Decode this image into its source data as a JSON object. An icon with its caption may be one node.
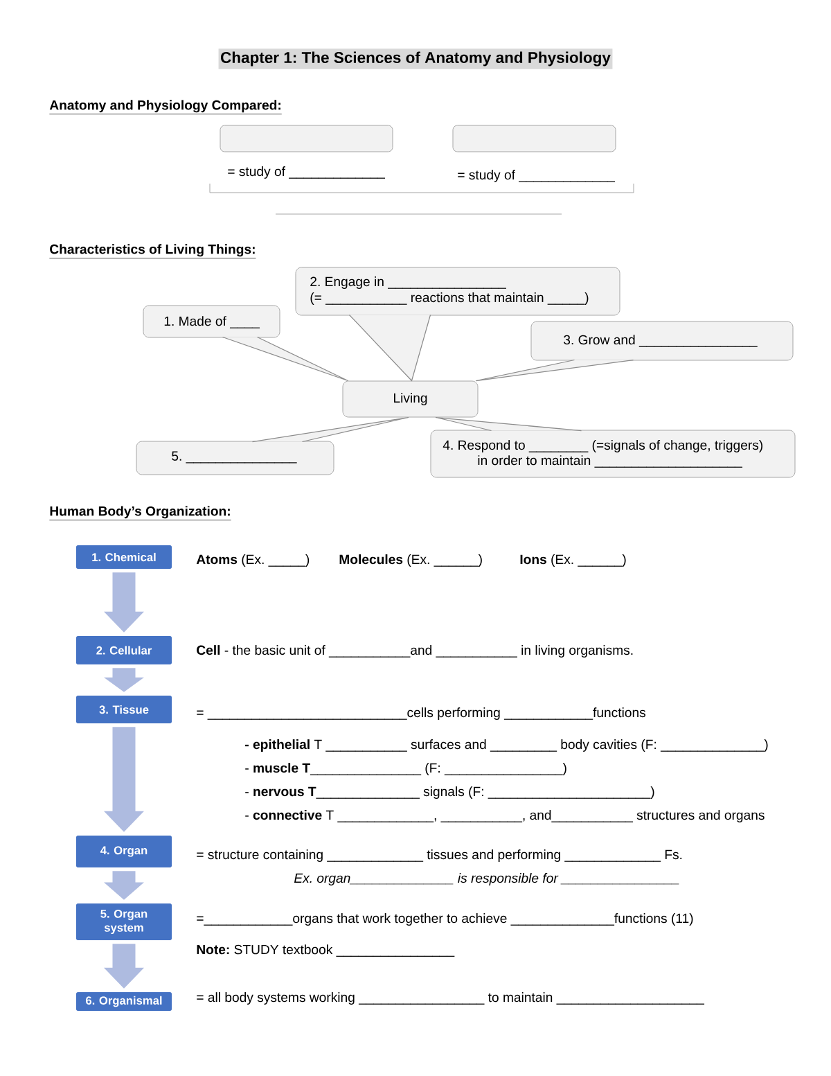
{
  "diagram": {
    "title": "Chapter 1: The Sciences of Anatomy and Physiology",
    "nodes": [
      {
        "text": [],
        "shape": "box",
        "beside": [
          "= study of _____________"
        ]
      },
      {
        "text": [],
        "shape": "box",
        "beside": [
          "= study of _____________"
        ]
      },
      {
        "text": [
          "1. Made of ____"
        ]
      },
      {
        "text": [
          "2. Engage in ________________",
          "(= ___________ reactions that maintain _____)"
        ]
      },
      {
        "text": [
          "3. Grow and ________________"
        ]
      },
      {
        "text": [
          "Living"
        ]
      },
      {
        "text": [
          "4. Respond to ________ (=signals of change, triggers)",
          "in order to maintain ____________________"
        ]
      },
      {
        "text": [
          "5. _______________"
        ]
      },
      {
        "text": [
          "1. Chemical"
        ]
      },
      {
        "text": [
          "2. Cellular"
        ]
      },
      {
        "text": [
          "3. Tissue"
        ]
      },
      {
        "text": [
          "4. Organ"
        ]
      },
      {
        "text": [
          "5. Organ system"
        ]
      },
      {
        "text": [
          "6. Organismal"
        ]
      }
    ],
    "edges": [
      {
        "from": 2,
        "to": 5,
        "arrow": "none"
      },
      {
        "from": 3,
        "to": 5,
        "arrow": "none"
      },
      {
        "from": 4,
        "to": 5,
        "arrow": "none"
      },
      {
        "from": 6,
        "to": 5,
        "arrow": "none"
      },
      {
        "from": 7,
        "to": 5,
        "arrow": "none"
      },
      {
        "from": 8,
        "to": 9,
        "arrow": "to",
        "style": "thick",
        "color": "#aebbe0"
      },
      {
        "from": 9,
        "to": 10,
        "arrow": "to",
        "style": "thick",
        "color": "#aebbe0"
      },
      {
        "from": 10,
        "to": 11,
        "arrow": "to",
        "style": "thick",
        "color": "#aebbe0"
      },
      {
        "from": 11,
        "to": 12,
        "arrow": "to",
        "style": "thick",
        "color": "#aebbe0"
      },
      {
        "from": 12,
        "to": 13,
        "arrow": "to",
        "style": "thick",
        "color": "#aebbe0"
      }
    ],
    "labels": [
      "Anatomy and Physiology Compared:",
      "Characteristics of Living Things:",
      "Human Body’s Organization:",
      "**Atoms** (Ex. _____)",
      "**Molecules** (Ex. ______)",
      "**Ions** (Ex. ______)",
      "**Cell** - the basic unit of ___________and ___________ in living organisms.",
      "= ___________________________cells performing ____________functions",
      "**- epithelial** T ___________ surfaces and _________ body cavities (F: ______________)",
      "- **muscle T**_______________ (F: ________________)",
      "- **nervous T**______________ signals (F: ______________________)",
      "- **connective** T _____________, ___________, and___________ structures and organs",
      "= structure containing _____________ tissues and performing _____________ Fs.",
      "Ex. organ______________ is responsible for ________________",
      "=____________organs that work together to achieve ______________functions (11)",
      "**Note:** STUDY textbook ________________",
      "= all body systems working _________________ to maintain ____________________"
    ]
  }
}
